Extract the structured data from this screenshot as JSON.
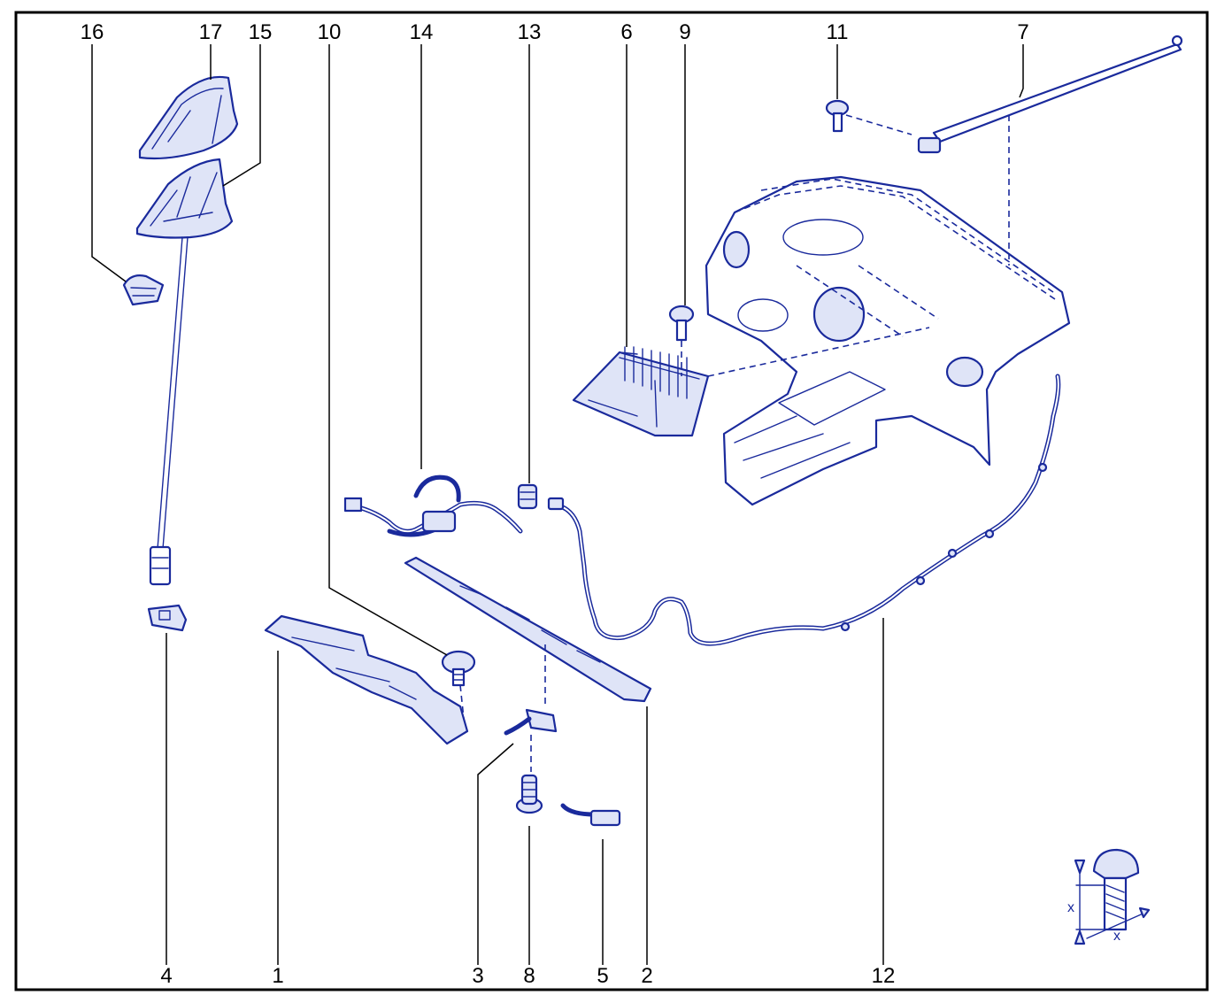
{
  "diagram": {
    "callouts": {
      "c1": "1",
      "c2": "2",
      "c3": "3",
      "c4": "4",
      "c5": "5",
      "c6": "6",
      "c7": "7",
      "c8": "8",
      "c9": "9",
      "c10": "10",
      "c11": "11",
      "c12": "12",
      "c13": "13",
      "c14": "14",
      "c15": "15",
      "c16": "16",
      "c17": "17"
    },
    "torque_symbol": {
      "dim_vertical": "x",
      "dim_horizontal": "x"
    },
    "colors": {
      "line_art": "#1a2a9c",
      "text": "#000000",
      "background": "#ffffff"
    }
  }
}
